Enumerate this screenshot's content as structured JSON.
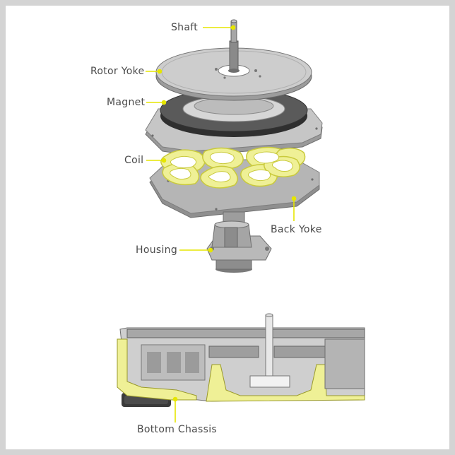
{
  "labels": {
    "shaft": "Shaft",
    "rotor_yoke": "Rotor Yoke",
    "magnet": "Magnet",
    "coil": "Coil",
    "back_yoke": "Back Yoke",
    "housing": "Housing",
    "bottom_chassis": "Bottom Chassis"
  },
  "colors": {
    "frame": "#d4d4d4",
    "background": "#ffffff",
    "callout": "#e6e600",
    "coil": "#eff096",
    "coil_stroke": "#c9ca3c",
    "metal_light": "#c9c9c9",
    "metal_mid": "#a8a8a8",
    "metal_dark": "#6e6e6e",
    "chassis_dark": "#3c3c3c",
    "label_text": "#4a4a4a"
  }
}
